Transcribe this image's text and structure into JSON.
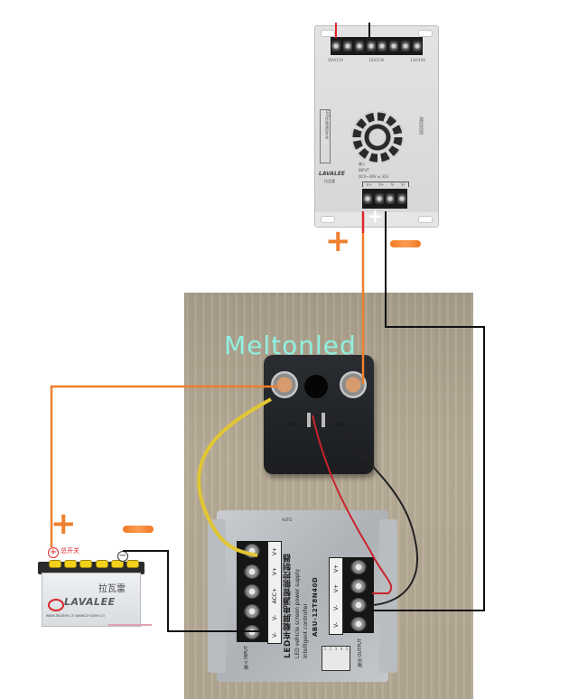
{
  "diagram": {
    "watermark": "Meltonled",
    "colors": {
      "positive_wire": "#ee7f2d",
      "negative_wire": "#111111",
      "sign_orange": "#ee7f2d",
      "watermark": "#8ff0e0",
      "battery_red_text": "#d9262b"
    },
    "inverter": {
      "brand": "LAVALEE",
      "brand_cn": "拉瓦雷",
      "input_label_cn": "输入",
      "input_label": "INPUT",
      "input_spec": "DC0~36V ≤ 32A",
      "top_terminal_groups": [
        "10V/11V",
        "12V/13V",
        "13V/14V"
      ],
      "bottom_terminals": [
        "V+",
        "V+",
        "V-",
        "V-"
      ],
      "side_label": "LED环境温控开关",
      "fan_label": "温控风扇"
    },
    "positive_sign": "+",
    "negative_sign": "−",
    "relay": {
      "pin_labels": [
        "85",
        "86"
      ]
    },
    "controller": {
      "title_cn": "LED车载屏电源智能控制器",
      "title_en": "LED vehicle screen power supply",
      "subtitle_en": "Intelligent controller",
      "model": "ABU-12T8N40D",
      "input_terminals": [
        "V-",
        "V-",
        "ACC+",
        "V+",
        "V+"
      ],
      "output_terminals": [
        "V-",
        "V-",
        "V+",
        "V+"
      ],
      "input_label_cn": "输入",
      "input_label": "INPUT",
      "output_label_cn": "输出",
      "output_label": "OUTPUT",
      "auto_label": "AUTO",
      "dip_numbers": [
        "1",
        "2",
        "3",
        "4",
        "5"
      ]
    },
    "battery": {
      "switch_label": "总开关",
      "positive_terminal": "+",
      "negative_terminal": "−",
      "brand_cn": "拉瓦雷",
      "brand": "LAVALEE",
      "website": "www.lavalee.cn   www.la-valee.cn"
    }
  }
}
